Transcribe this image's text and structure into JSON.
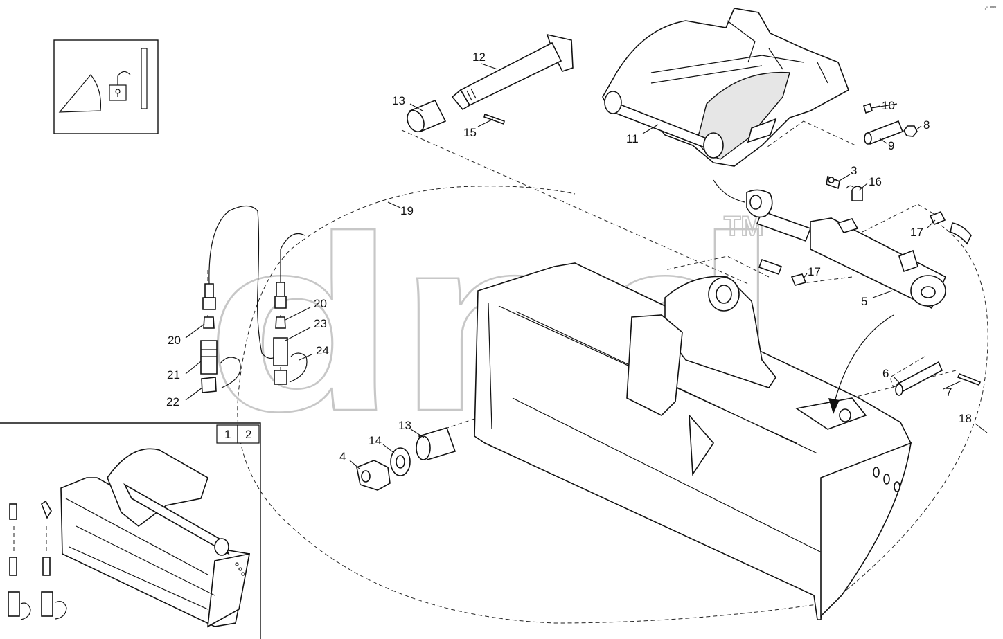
{
  "corner_mark": "₀⁰ ⁰⁰⁰",
  "watermark": {
    "text": "dnd",
    "tm": "TM"
  },
  "view_tabs": [
    "1",
    "2"
  ],
  "callouts": {
    "c1": "12",
    "c2": "13",
    "c3": "15",
    "c4": "11",
    "c5": "10",
    "c6": "8",
    "c7": "9",
    "c8": "3",
    "c9": "16",
    "c10": "19",
    "c11": "17",
    "c12": "17",
    "c13": "5",
    "c14": "20",
    "c15": "20",
    "c16": "23",
    "c17": "24",
    "c18": "21",
    "c19": "22",
    "c20": "6",
    "c21": "7",
    "c22": "18",
    "c23": "13",
    "c24": "14",
    "c25": "4"
  }
}
